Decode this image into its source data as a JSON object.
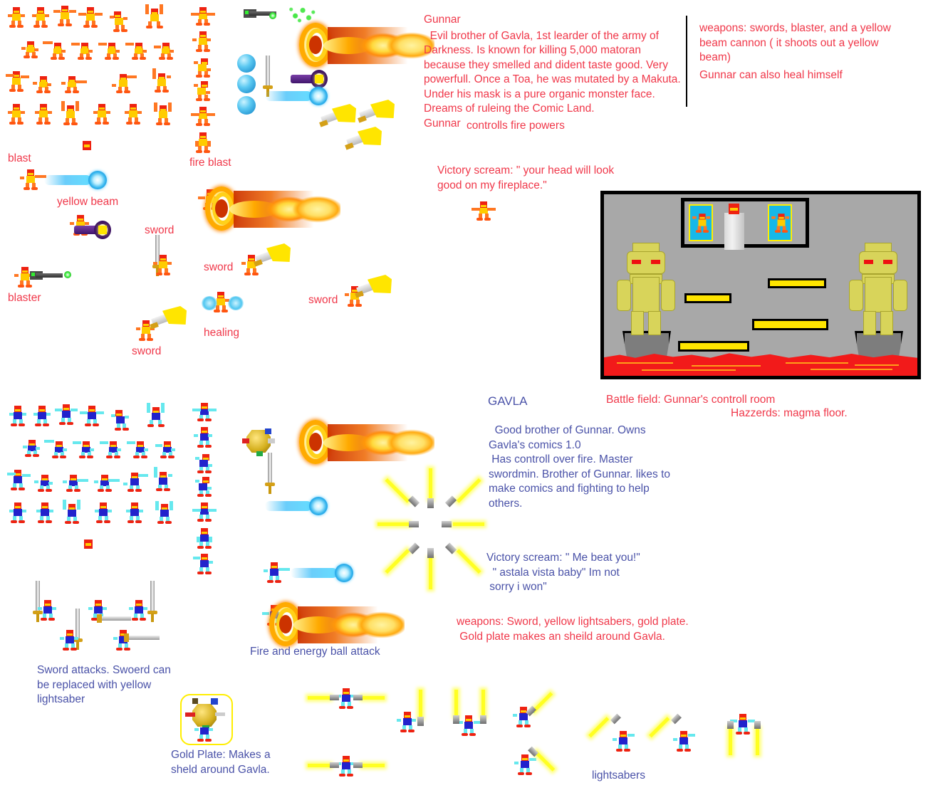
{
  "page": {
    "title": "Gunnar and Gavla character sprite reference sheet",
    "background": "#ffffff",
    "red": "#f0384a",
    "blue": "#4a52a8"
  },
  "gunnar": {
    "name": "Gunnar",
    "description": "  Evil brother of Gavla, 1st learder of the army of\nDarkness. Is known for killing 5,000 matoran\nbecause they smelled and dident taste good. Very\npowerfull. Once a Toa, he was mutated by a Makuta.\nUnder his mask is a pure organic monster face.\nDreams of ruleing the Comic Land.",
    "powers": "Gunnar",
    "powers_rest": "controlls fire powers",
    "weapons": "weapons: swords, blaster, and a yellow\nbeam cannon ( it shoots out a yellow\nbeam)",
    "heal": "Gunnar can also heal himself",
    "victory_scream": "Victory scream: \" your head will look\ngood on my fireplace.\"",
    "labels": {
      "blast": "blast",
      "fire_blast": "fire blast",
      "yellow_beam": "yellow beam",
      "blaster": "blaster",
      "sword_1": "sword",
      "sword_2": "sword",
      "sword_3": "sword",
      "sword_4": "sword",
      "healing": "healing"
    }
  },
  "gavla": {
    "name": "GAVLA",
    "description": "  Good brother of Gunnar. Owns\nGavla's comics 1.0\n Has controll over fire. Master\nswordmin. Brother of Gunnar. likes to\nmake comics and fighting to help\nothers.",
    "victory_scream": "Victory scream: \" Me beat you!\"\n  \" astala vista baby\" Im not\n sorry i won\"",
    "weapons": "weapons: Sword, yellow lightsabers, gold plate.\n Gold plate makes an sheild around Gavla.",
    "labels": {
      "fire_energy": "Fire and energy ball attack",
      "sword_attacks": "Sword attacks. Swoerd can\nbe replaced with yellow\nlightsaber",
      "gold_plate": "Gold Plate: Makes a\nsheld around Gavla.",
      "lightsabers": "lightsabers"
    }
  },
  "battlefield": {
    "caption_1": "Battle field: Gunnar's controll room",
    "caption_2": "Hazzerds: magma floor.",
    "colors": {
      "wall": "#a8a8a8",
      "lava": "#f21a1a",
      "platform": "#ffe500",
      "poster": "#16b8e8",
      "statue": "#d8d45a",
      "pedestal": "#7d7d7d",
      "outline": "#000000"
    },
    "platform_count": 4,
    "statue_count": 2,
    "poster_count": 2
  }
}
